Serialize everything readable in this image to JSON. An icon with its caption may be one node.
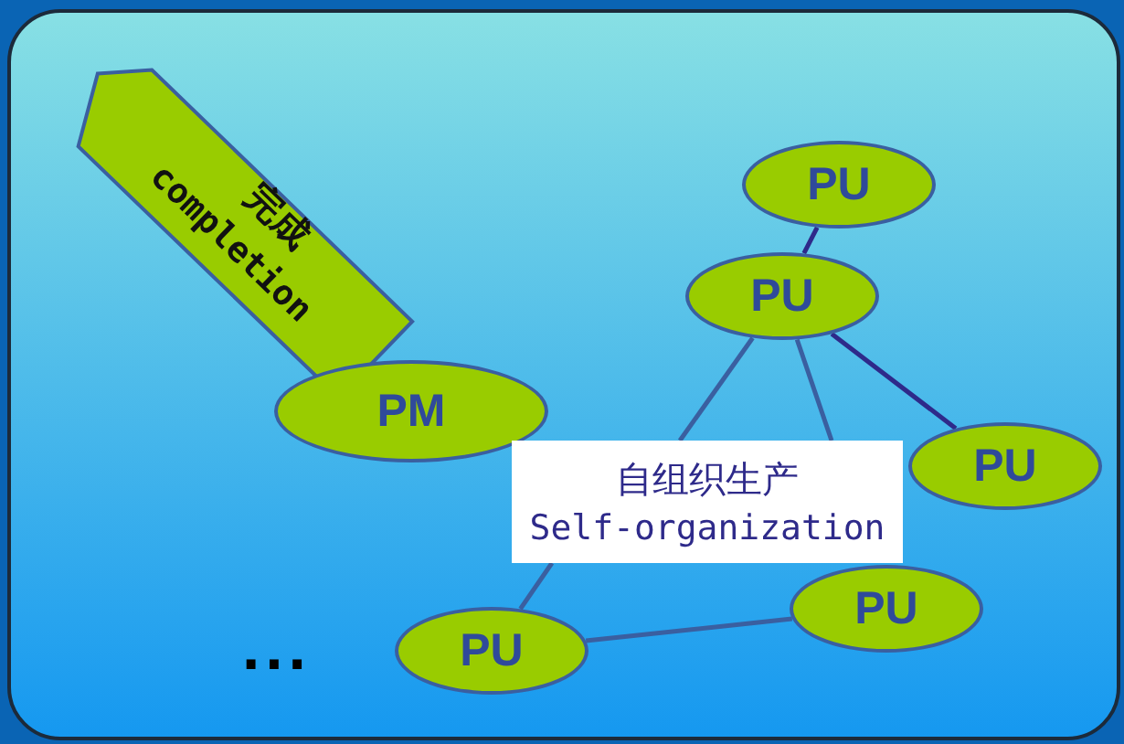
{
  "diagram": {
    "nodes": [
      {
        "text": [
          "完成",
          "completion"
        ]
      },
      {
        "text": [
          "PM"
        ]
      },
      {
        "text": [
          "PU"
        ]
      },
      {
        "text": [
          "PU"
        ]
      },
      {
        "text": [
          "PU"
        ]
      },
      {
        "text": [
          "自组织生产",
          "Self-organization"
        ]
      },
      {
        "text": [
          "PU"
        ]
      },
      {
        "text": [
          "PU"
        ]
      }
    ],
    "edges": [
      {
        "from": 2,
        "to": 3,
        "arrow": "none",
        "color": "#2e2a8a"
      },
      {
        "from": 3,
        "to": 4,
        "arrow": "none",
        "color": "#2e2a8a"
      },
      {
        "from": 3,
        "to": 5,
        "arrow": "none"
      },
      {
        "from": 3,
        "to": 5,
        "arrow": "none"
      },
      {
        "from": 5,
        "to": 7,
        "arrow": "none"
      },
      {
        "from": 7,
        "to": 6,
        "arrow": "none"
      }
    ],
    "labels": [
      "..."
    ]
  }
}
